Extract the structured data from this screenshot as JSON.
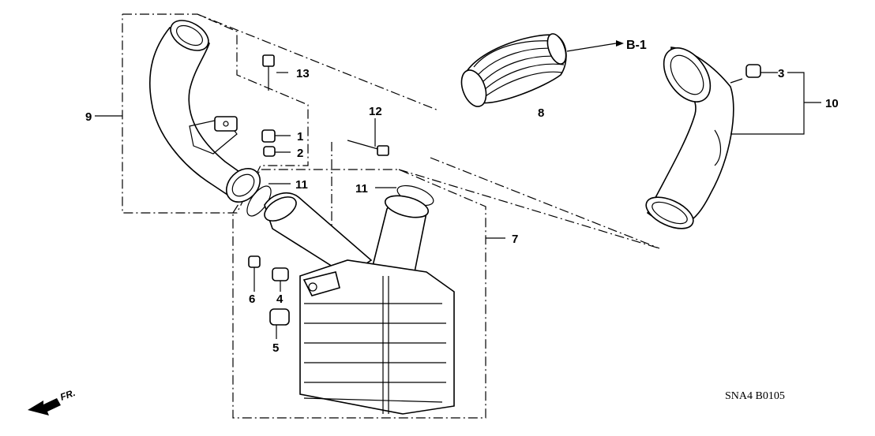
{
  "diagram": {
    "callouts": {
      "c1": "1",
      "c2": "2",
      "c3": "3",
      "c4": "4",
      "c5": "5",
      "c6": "6",
      "c7": "7",
      "c8": "8",
      "c9": "9",
      "c10": "10",
      "c11a": "11",
      "c11b": "11",
      "c12": "12",
      "c13": "13"
    },
    "reference": "B-1",
    "front_marker": "FR.",
    "diagram_code": "SNA4  B0105"
  }
}
